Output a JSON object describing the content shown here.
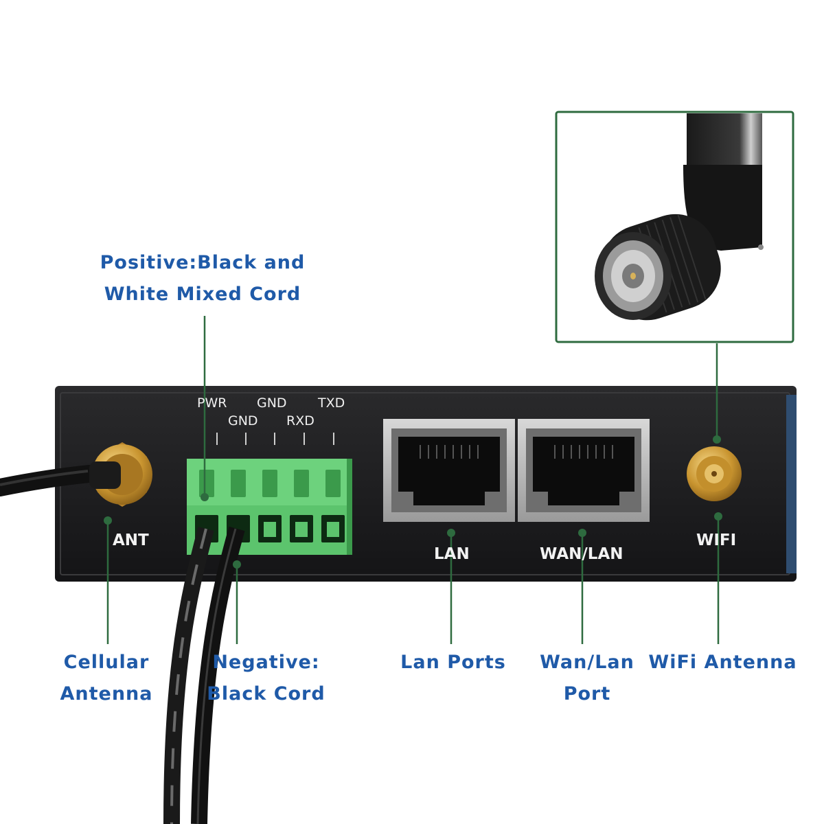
{
  "colors": {
    "callout_text": "#1f5aa8",
    "leader_line": "#2e6b3f",
    "device_body": "#1c1c1e",
    "terminal_green": "#5cc46d",
    "antenna_gold": "#d4a23a"
  },
  "callouts": {
    "positive": [
      "Positive:Black and",
      "White Mixed Cord"
    ],
    "cellular": [
      "Cellular",
      "Antenna"
    ],
    "negative": [
      "Negative:",
      "Black Cord"
    ],
    "lan": [
      "Lan Ports"
    ],
    "wan": [
      "Wan/Lan",
      "Port"
    ],
    "wifi": [
      "WiFi Antenna"
    ]
  },
  "panel": {
    "ant": "ANT",
    "lan": "LAN",
    "wan": "WAN/LAN",
    "wifi": "WIFI"
  },
  "pins": {
    "pwr": "PWR",
    "gnd1": "GND",
    "gnd2": "GND",
    "rxd": "RXD",
    "txd": "TXD"
  },
  "icons": [
    "sma-connector-icon",
    "rj45-port-icon",
    "terminal-block-icon",
    "antenna-icon"
  ]
}
